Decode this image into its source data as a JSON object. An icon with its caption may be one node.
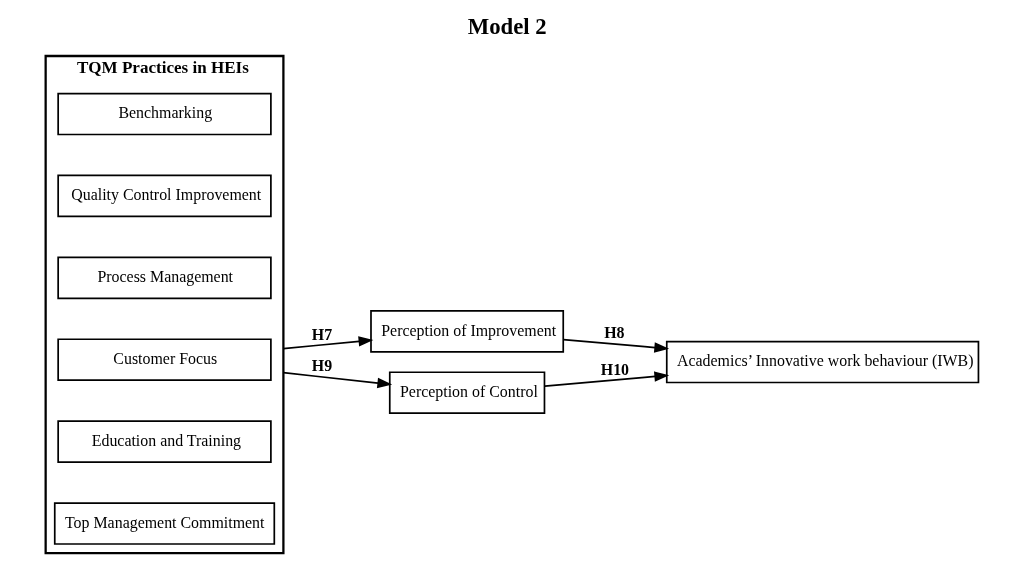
{
  "diagram": {
    "title": "Model 2",
    "nodes": [
      {
        "text": [
          "TQM Practices in HEIs"
        ]
      },
      {
        "text": [
          "Top Management Commitment"
        ],
        "in": 0
      },
      {
        "text": [
          "Education and Training"
        ],
        "in": 0
      },
      {
        "text": [
          "Customer Focus"
        ],
        "in": 0
      },
      {
        "text": [
          "Process Management"
        ],
        "in": 0
      },
      {
        "text": [
          "Quality Control Improvement"
        ],
        "in": 0
      },
      {
        "text": [
          "Benchmarking"
        ],
        "in": 0
      },
      {
        "text": [
          "Perception of Improvement"
        ]
      },
      {
        "text": [
          "Perception of Control"
        ]
      },
      {
        "text": [
          "Academics’ Innovative work behaviour (IWB)"
        ]
      }
    ],
    "edges": [
      {
        "from": 0,
        "to": 7,
        "arrow": "to",
        "label": "H7"
      },
      {
        "from": 0,
        "to": 8,
        "arrow": "to",
        "label": "H9"
      },
      {
        "from": 7,
        "to": 9,
        "arrow": "to",
        "label": "H8"
      },
      {
        "from": 8,
        "to": 9,
        "arrow": "to",
        "label": "H10"
      }
    ]
  }
}
